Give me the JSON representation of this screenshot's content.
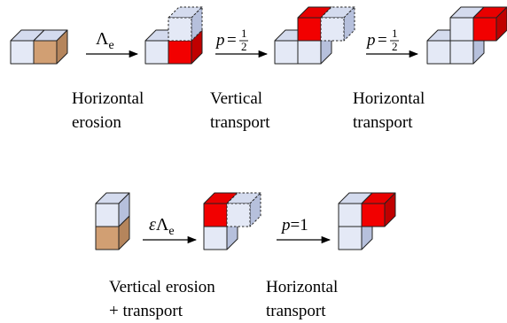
{
  "colors": {
    "block_face": "#e4e9f6",
    "block_top": "#d4dbee",
    "block_side": "#b6c0dc",
    "eroding_face": "#d19f73",
    "eroding_side": "#b5855c",
    "moving_face": "#f20000",
    "moving_top": "#e80000",
    "moving_side": "#c00000",
    "ghost_face": "#e4e9f6",
    "outline": "#222222"
  },
  "row1": {
    "steps": [
      {
        "arrow": "Λ",
        "arrow_sub": "e",
        "label_line1": "Horizontal",
        "label_line2": "erosion"
      },
      {
        "arrow_var": "p",
        "arrow_eq": "=",
        "arrow_num": "1",
        "arrow_den": "2",
        "label_line1": "Vertical",
        "label_line2": "transport"
      },
      {
        "arrow_var": "p",
        "arrow_eq": "=",
        "arrow_num": "1",
        "arrow_den": "2",
        "label_line1": "Horizontal",
        "label_line2": "transport"
      }
    ]
  },
  "row2": {
    "steps": [
      {
        "arrow_var": "ε",
        "arrow": "Λ",
        "arrow_sub": "e",
        "label_line1": "Vertical erosion",
        "label_line2": "+ transport"
      },
      {
        "arrow_var": "p",
        "arrow_eq": "=",
        "arrow_num": "1",
        "label_line1": "Horizontal",
        "label_line2": "transport"
      }
    ]
  }
}
